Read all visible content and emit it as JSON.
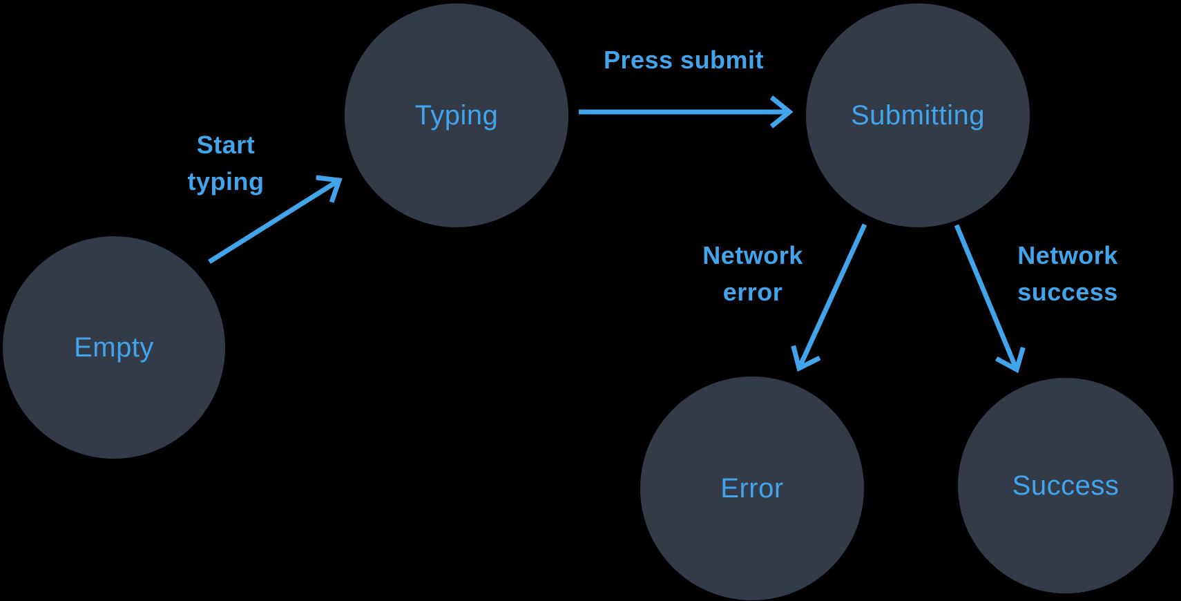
{
  "colors": {
    "background": "#000000",
    "node-fill": "#333B49",
    "accent": "#42A5EC"
  },
  "nodes": [
    {
      "id": "empty",
      "label": "Empty"
    },
    {
      "id": "typing",
      "label": "Typing"
    },
    {
      "id": "submitting",
      "label": "Submitting"
    },
    {
      "id": "error",
      "label": "Error"
    },
    {
      "id": "success",
      "label": "Success"
    }
  ],
  "edges": [
    {
      "from": "empty",
      "to": "typing",
      "label": "Start typing"
    },
    {
      "from": "typing",
      "to": "submitting",
      "label": "Press submit"
    },
    {
      "from": "submitting",
      "to": "error",
      "label": "Network error"
    },
    {
      "from": "submitting",
      "to": "success",
      "label": "Network success"
    }
  ]
}
